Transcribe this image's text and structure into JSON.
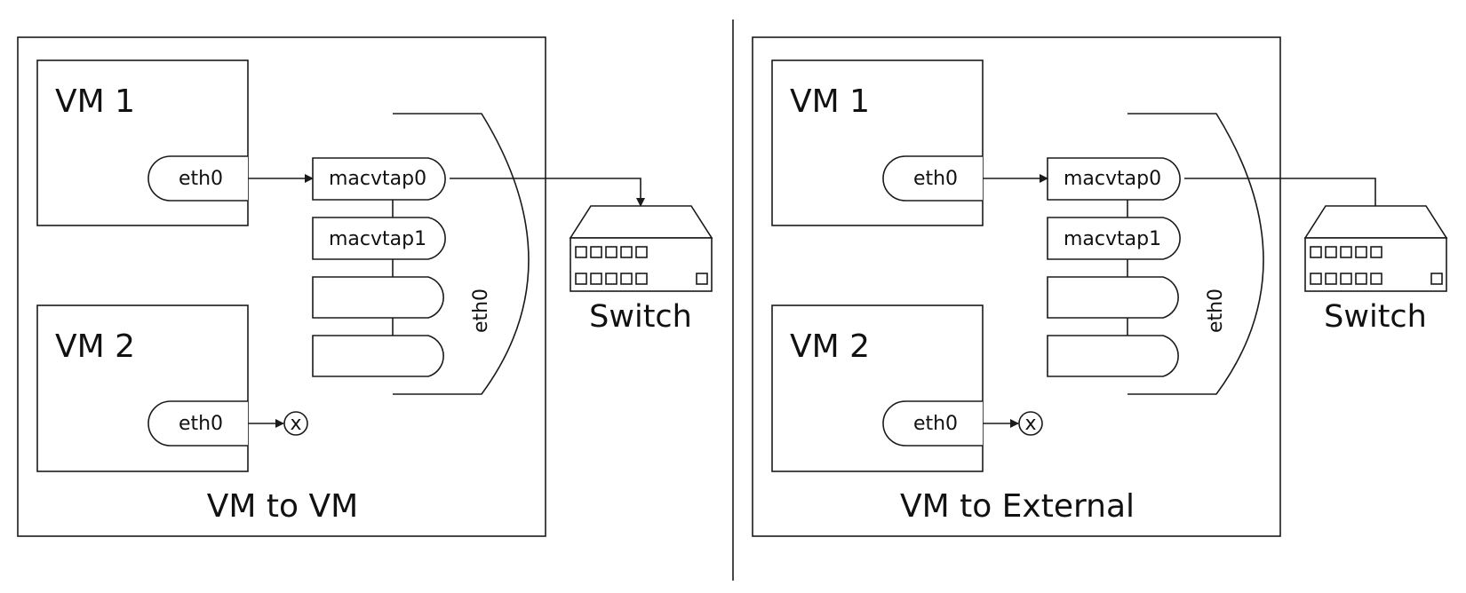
{
  "panels": [
    {
      "title": "VM to VM",
      "vm1": {
        "name": "VM 1",
        "iface": "eth0"
      },
      "vm2": {
        "name": "VM 2",
        "iface": "eth0"
      },
      "macvtaps": [
        "macvtap0",
        "macvtap1"
      ],
      "host_iface": "eth0",
      "blocked_mark": "x",
      "switch_label": "Switch"
    },
    {
      "title": "VM to External",
      "vm1": {
        "name": "VM 1",
        "iface": "eth0"
      },
      "vm2": {
        "name": "VM 2",
        "iface": "eth0"
      },
      "macvtaps": [
        "macvtap0",
        "macvtap1"
      ],
      "host_iface": "eth0",
      "blocked_mark": "x",
      "switch_label": "Switch"
    }
  ]
}
